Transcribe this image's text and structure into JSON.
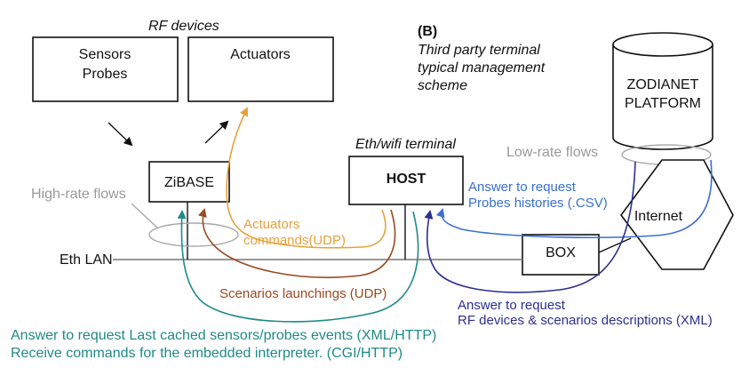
{
  "labels": {
    "rf_devices": "RF devices",
    "sensors_line1": "Sensors",
    "sensors_line2": "Probes",
    "actuators": "Actuators",
    "scheme_id": "(B)",
    "scheme_line1": "Third  party  terminal",
    "scheme_line2": "typical  management",
    "scheme_line3": "scheme",
    "platform_line1": "ZODIANET",
    "platform_line2": "PLATFORM",
    "eth_wifi_terminal": "Eth/wifi terminal",
    "low_rate_flows": "Low-rate flows",
    "high_rate_flows": "High-rate flows",
    "zibase": "ZiBASE",
    "host": "HOST",
    "internet": "Internet",
    "box": "BOX",
    "eth_lan": "Eth LAN",
    "actuators_cmd_line1": "Actuators",
    "actuators_cmd_line2": "commands(UDP)",
    "scenarios_launchings": "Scenarios launchings (UDP)",
    "answer_probes_line1": "Answer to request",
    "answer_probes_line2": "Probes histories (.CSV)",
    "answer_rf_line1": "Answer to request",
    "answer_rf_line2": "RF devices & scenarios descriptions (XML)",
    "teal_line1": "Answer to request Last cached sensors/probes events (XML/HTTP)",
    "teal_line2": "Receive commands for the embedded interpreter. (CGI/HTTP)"
  },
  "colors": {
    "orange": "#e8a13a",
    "brown": "#9a4a22",
    "blue": "#3a6fd0",
    "navy": "#2d2f8f",
    "teal": "#1f8a86",
    "gray": "#9a9a9a"
  }
}
